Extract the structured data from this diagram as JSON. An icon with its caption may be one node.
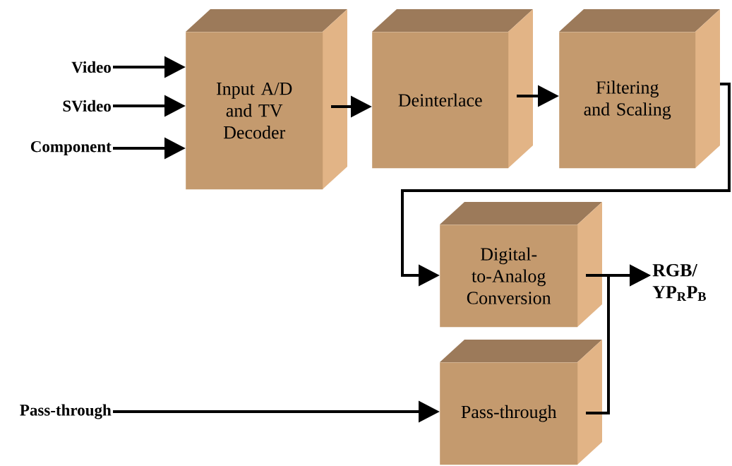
{
  "diagram": {
    "nodes": [
      {
        "text": [
          "Video"
        ]
      },
      {
        "text": [
          "SVideo"
        ]
      },
      {
        "text": [
          "Component"
        ]
      },
      {
        "text": [
          "Input A/D and TV Decoder"
        ]
      },
      {
        "text": [
          "Deinterlace"
        ]
      },
      {
        "text": [
          "Filtering and Scaling"
        ]
      },
      {
        "text": [
          "Digital-to-Analog Conversion"
        ]
      },
      {
        "text": [
          "RGB/ YP$_{R}$P$_{B}$"
        ]
      },
      {
        "text": [
          "Pass-through"
        ]
      },
      {
        "text": [
          "Pass-through"
        ]
      }
    ],
    "edges": [
      {
        "from": 0,
        "to": 3,
        "arrow": "to"
      },
      {
        "from": 1,
        "to": 3,
        "arrow": "to"
      },
      {
        "from": 2,
        "to": 3,
        "arrow": "to"
      },
      {
        "from": 3,
        "to": 4,
        "arrow": "to"
      },
      {
        "from": 4,
        "to": 5,
        "arrow": "to"
      },
      {
        "from": 5,
        "to": 6,
        "arrow": "to"
      },
      {
        "from": 6,
        "to": 7,
        "arrow": "to"
      },
      {
        "from": 9,
        "to": 7,
        "arrow": "to"
      },
      {
        "from": 8,
        "to": 9,
        "arrow": "to"
      }
    ]
  }
}
